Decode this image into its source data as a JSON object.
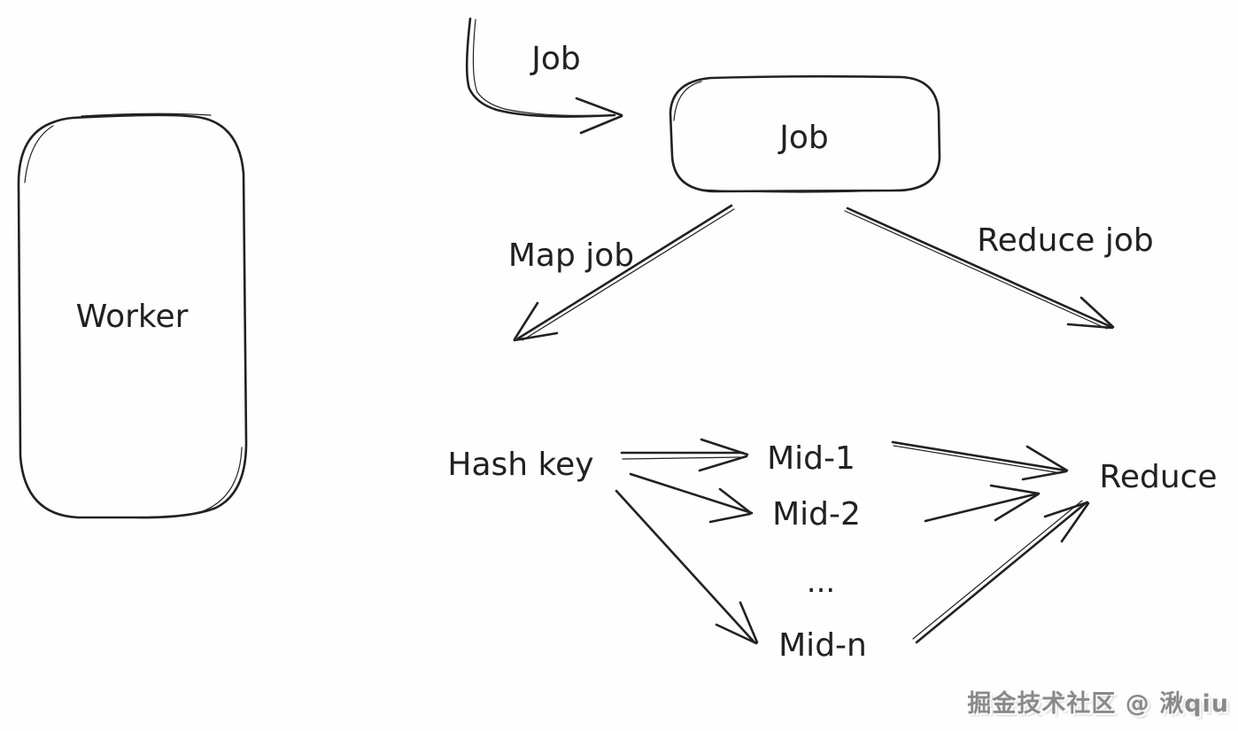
{
  "canvas": {
    "background": "#fefefe",
    "stroke_color": "#212121",
    "watermark_color": "#8a8a8a"
  },
  "nodes": {
    "worker": {
      "label": "Worker"
    },
    "job": {
      "label": "Job"
    },
    "hash_key": {
      "label": "Hash key"
    },
    "mid_1": {
      "label": "Mid-1"
    },
    "mid_2": {
      "label": "Mid-2"
    },
    "mid_ellipsis": {
      "label": "..."
    },
    "mid_n": {
      "label": "Mid-n"
    },
    "reduce": {
      "label": "Reduce"
    }
  },
  "edges": {
    "job_input": {
      "label": "Job"
    },
    "map_job": {
      "label": "Map job"
    },
    "reduce_job": {
      "label": "Reduce job"
    }
  },
  "watermark": {
    "text": "掘金技术社区 @ 湫qiu"
  }
}
